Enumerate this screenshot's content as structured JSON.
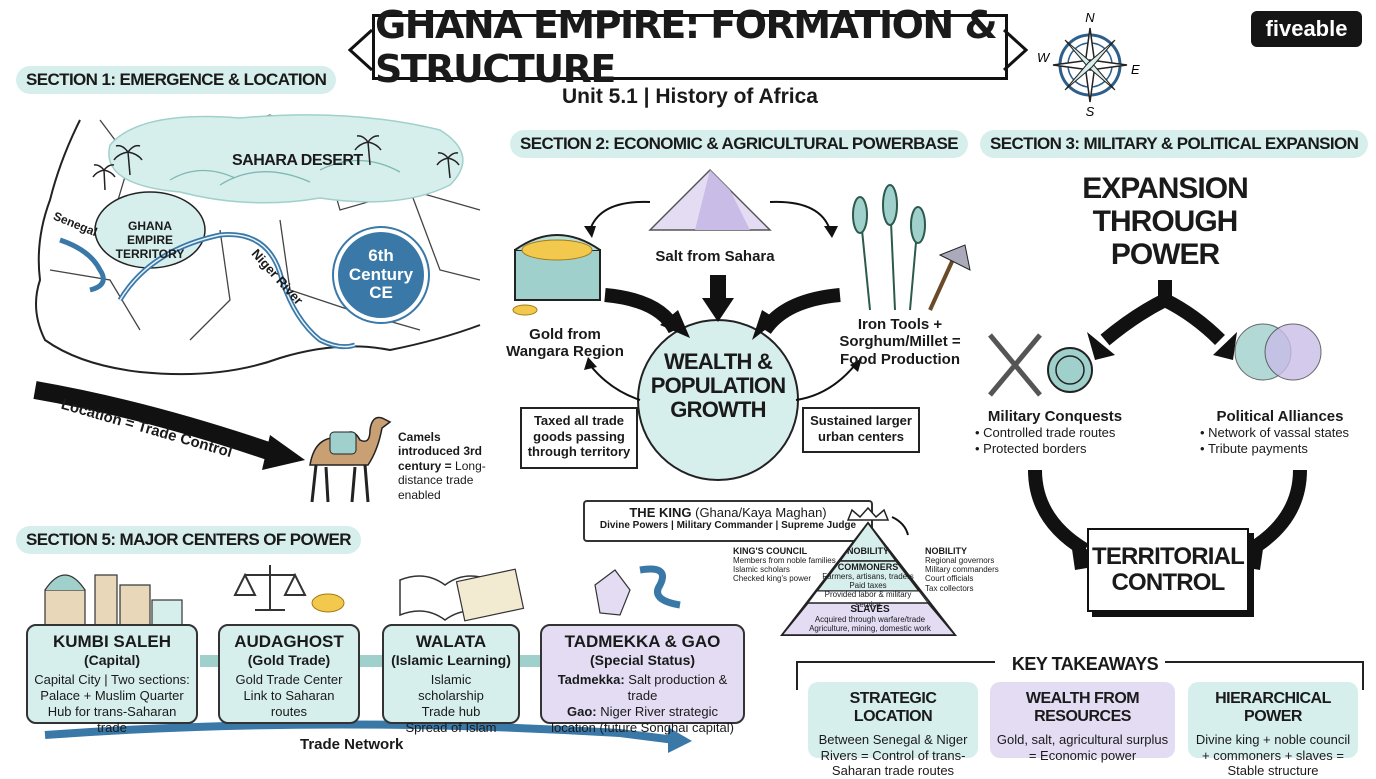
{
  "header": {
    "title": "GHANA EMPIRE: FORMATION & STRUCTURE",
    "subtitle": "Unit 5.1 | History of Africa",
    "logo": "fiveable",
    "compass": {
      "n": "N",
      "s": "S",
      "e": "E",
      "w": "W"
    }
  },
  "section1": {
    "title": "SECTION 1: EMERGENCE & LOCATION",
    "sahara": "SAHARA DESERT",
    "territory": "GHANA EMPIRE TERRITORY",
    "senegal": "Senegal",
    "niger": "Niger River",
    "century": "6th Century CE",
    "location_arrow": "Location = Trade Control",
    "camels_bold": "Camels introduced 3rd century =",
    "camels_rest": "Long-distance trade enabled"
  },
  "section2": {
    "title": "SECTION 2: ECONOMIC & AGRICULTURAL POWERBASE",
    "salt": "Salt from Sahara",
    "gold": "Gold from Wangara Region",
    "iron": "Iron Tools + Sorghum/Millet = Food Production",
    "center": "WEALTH & POPULATION GROWTH",
    "taxed": "Taxed all trade goods passing through territory",
    "sustained": "Sustained larger urban centers"
  },
  "section3": {
    "title": "SECTION 3: MILITARY & POLITICAL EXPANSION",
    "headline": "EXPANSION THROUGH POWER",
    "military_title": "Military Conquests",
    "military_items": [
      "Controlled trade routes",
      "Protected borders"
    ],
    "political_title": "Political Alliances",
    "political_items": [
      "Network of vassal states",
      "Tribute payments"
    ],
    "result": "TERRITORIAL CONTROL"
  },
  "section4": {
    "king_title": "THE KING",
    "king_alt": "(Ghana/Kaya Maghan)",
    "king_roles": "Divine Powers | Military Commander | Supreme Judge",
    "council_title": "KING'S COUNCIL",
    "council_items": [
      "Members from noble families",
      "Islamic scholars",
      "Checked king's power"
    ],
    "nobility": "NOBILITY",
    "commoners": "COMMONERS",
    "commoners_items": [
      "Farmers, artisans, traders",
      "Paid taxes",
      "Provided labor & military service"
    ],
    "slaves": "SLAVES",
    "slaves_items": [
      "Acquired through warfare/trade",
      "Agriculture, mining, domestic work"
    ],
    "nobility_side_title": "NOBILITY",
    "nobility_side_items": [
      "Regional governors",
      "Military commanders",
      "Court officials",
      "Tax collectors"
    ]
  },
  "section5": {
    "title": "SECTION 5: MAJOR CENTERS OF POWER",
    "trade_network": "Trade Network",
    "centers": [
      {
        "name": "KUMBI SALEH",
        "sub": "(Capital)",
        "desc": "Capital City | Two sections: Palace + Muslim Quarter Hub for trans-Saharan trade"
      },
      {
        "name": "AUDAGHOST",
        "sub": "(Gold Trade)",
        "desc": "Gold Trade Center Link to Saharan routes"
      },
      {
        "name": "WALATA",
        "sub": "(Islamic Learning)",
        "desc": "Islamic scholarship Trade hub Spread of Islam"
      },
      {
        "name": "TADMEKKA & GAO",
        "sub": "(Special Status)",
        "desc_bold1": "Tadmekka:",
        "desc1": "Salt production & trade",
        "desc_bold2": "Gao:",
        "desc2": "Niger River strategic location (future Songhai capital)"
      }
    ]
  },
  "takeaways": {
    "title": "KEY TAKEAWAYS",
    "items": [
      {
        "title": "STRATEGIC LOCATION",
        "body": "Between Senegal & Niger Rivers = Control of trans-Saharan trade routes"
      },
      {
        "title": "WEALTH FROM RESOURCES",
        "body": "Gold, salt, agricultural surplus = Economic power"
      },
      {
        "title": "HIERARCHICAL POWER",
        "body": "Divine king + noble council + commoners + slaves = Stable structure"
      }
    ]
  },
  "colors": {
    "teal": "#d6efed",
    "lavender": "#e3dcf3",
    "river": "#3a78a8",
    "dark": "#151515"
  }
}
